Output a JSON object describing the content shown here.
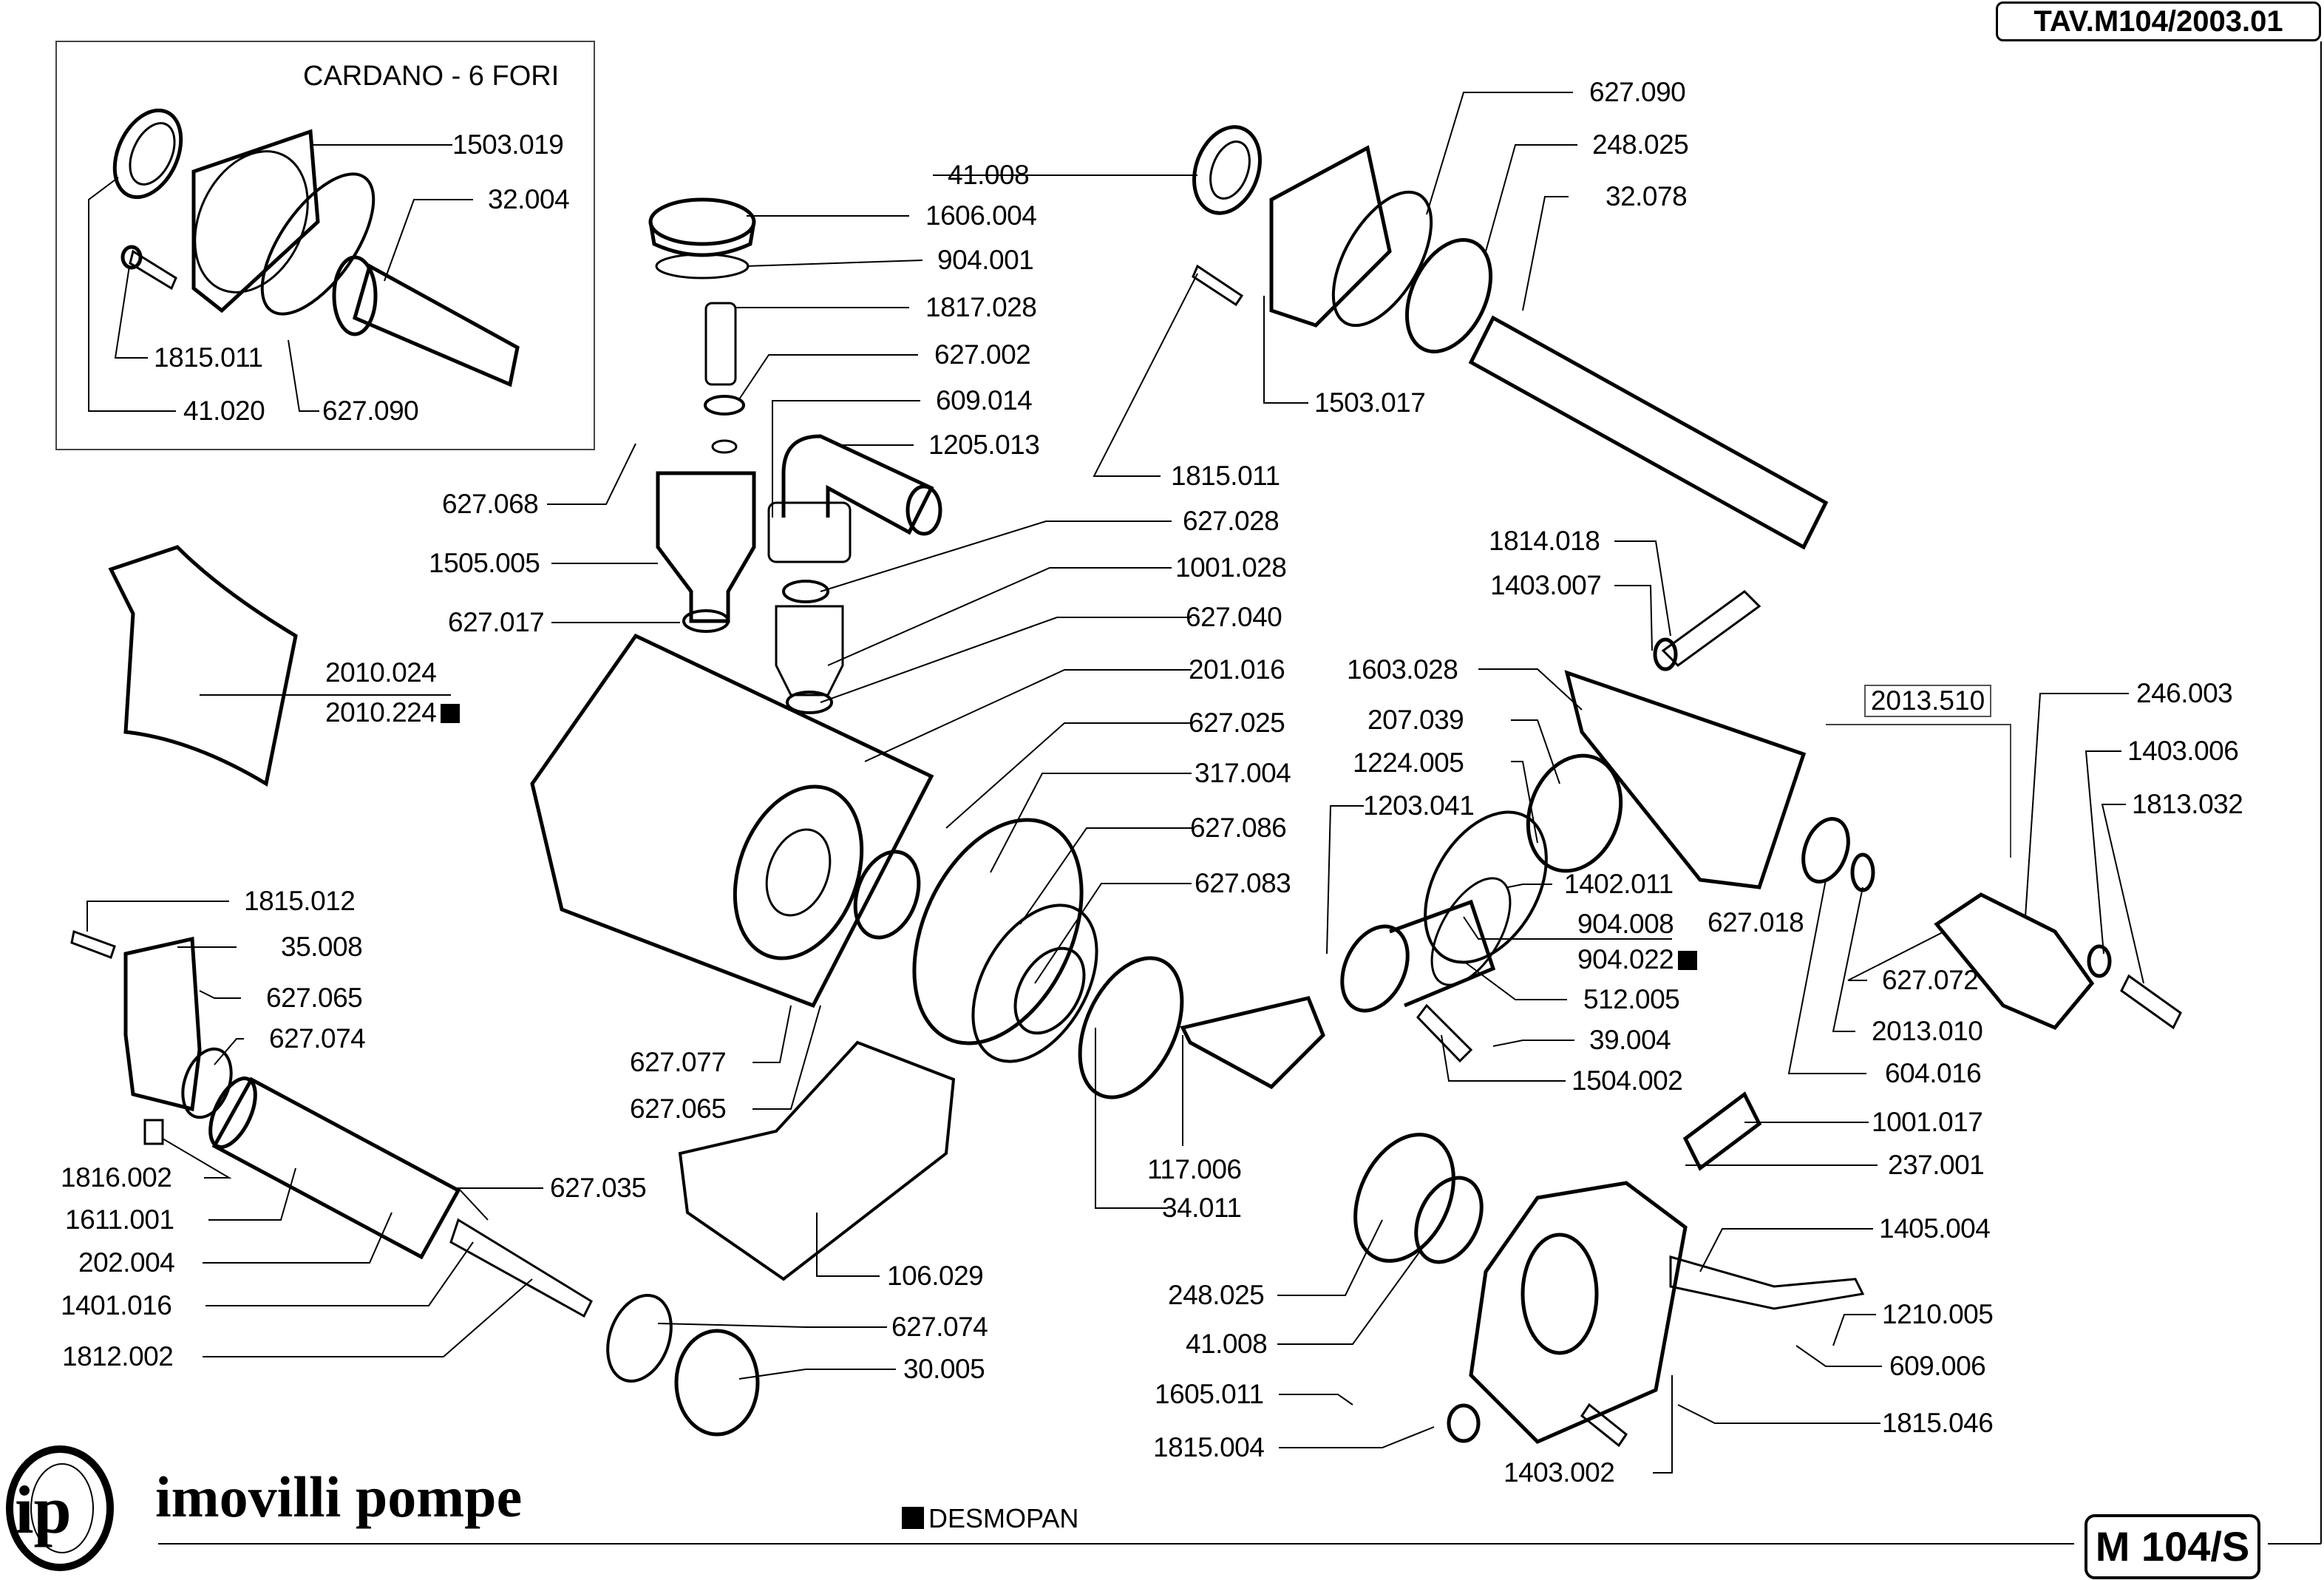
{
  "sheet": {
    "code": "TAV.M104/2003.01",
    "model": "M 104/S",
    "brand": "imovilli pompe",
    "logo_text": "ip",
    "legend": {
      "marker": "black-square-icon",
      "text": "DESMOPAN"
    },
    "inset_title": "CARDANO - 6 FORI",
    "kit_box_label": "2013.510"
  },
  "inset_labels": [
    {
      "id": "i1503019",
      "text": "1503.019"
    },
    {
      "id": "i32004",
      "text": "32.004"
    },
    {
      "id": "i1815011",
      "text": "1815.011"
    },
    {
      "id": "i41020",
      "text": "41.020"
    },
    {
      "id": "i627090",
      "text": "627.090"
    }
  ],
  "labels": [
    {
      "id": "l41008a",
      "text": "41.008"
    },
    {
      "id": "l1606004",
      "text": "1606.004"
    },
    {
      "id": "l904001",
      "text": "904.001"
    },
    {
      "id": "l1817028",
      "text": "1817.028"
    },
    {
      "id": "l627002",
      "text": "627.002"
    },
    {
      "id": "l609014",
      "text": "609.014"
    },
    {
      "id": "l1205013",
      "text": "1205.013"
    },
    {
      "id": "l627090",
      "text": "627.090"
    },
    {
      "id": "l248025a",
      "text": "248.025"
    },
    {
      "id": "l32078",
      "text": "32.078"
    },
    {
      "id": "l1503017",
      "text": "1503.017"
    },
    {
      "id": "l1815011",
      "text": "1815.011"
    },
    {
      "id": "l627068",
      "text": "627.068"
    },
    {
      "id": "l1505005",
      "text": "1505.005"
    },
    {
      "id": "l627017",
      "text": "627.017"
    },
    {
      "id": "l2010024",
      "text": "2010.024"
    },
    {
      "id": "l2010224",
      "text": "2010.224",
      "desmopan": true
    },
    {
      "id": "l627028",
      "text": "627.028"
    },
    {
      "id": "l1001028",
      "text": "1001.028"
    },
    {
      "id": "l627040",
      "text": "627.040"
    },
    {
      "id": "l201016",
      "text": "201.016"
    },
    {
      "id": "l627025",
      "text": "627.025"
    },
    {
      "id": "l317004",
      "text": "317.004"
    },
    {
      "id": "l627086",
      "text": "627.086"
    },
    {
      "id": "l627083",
      "text": "627.083"
    },
    {
      "id": "l1814018",
      "text": "1814.018"
    },
    {
      "id": "l1403007",
      "text": "1403.007"
    },
    {
      "id": "l1603028",
      "text": "1603.028"
    },
    {
      "id": "l207039",
      "text": "207.039"
    },
    {
      "id": "l1224005",
      "text": "1224.005"
    },
    {
      "id": "l1203041",
      "text": "1203.041"
    },
    {
      "id": "l1402011",
      "text": "1402.011"
    },
    {
      "id": "l904008",
      "text": "904.008"
    },
    {
      "id": "l904022",
      "text": "904.022",
      "desmopan": true
    },
    {
      "id": "l627018",
      "text": "627.018"
    },
    {
      "id": "l512005",
      "text": "512.005"
    },
    {
      "id": "l39004",
      "text": "39.004"
    },
    {
      "id": "l1504002",
      "text": "1504.002"
    },
    {
      "id": "l246003",
      "text": "246.003"
    },
    {
      "id": "l1403006",
      "text": "1403.006"
    },
    {
      "id": "l1813032",
      "text": "1813.032"
    },
    {
      "id": "l627072",
      "text": "627.072"
    },
    {
      "id": "l2013010",
      "text": "2013.010"
    },
    {
      "id": "l604016",
      "text": "604.016"
    },
    {
      "id": "l1815012",
      "text": "1815.012"
    },
    {
      "id": "l35008",
      "text": "35.008"
    },
    {
      "id": "l627065a",
      "text": "627.065"
    },
    {
      "id": "l627074a",
      "text": "627.074"
    },
    {
      "id": "l1816002",
      "text": "1816.002"
    },
    {
      "id": "l1611001",
      "text": "1611.001"
    },
    {
      "id": "l202004",
      "text": "202.004"
    },
    {
      "id": "l1401016",
      "text": "1401.016"
    },
    {
      "id": "l1812002",
      "text": "1812.002"
    },
    {
      "id": "l627035",
      "text": "627.035"
    },
    {
      "id": "l627077",
      "text": "627.077"
    },
    {
      "id": "l627065b",
      "text": "627.065"
    },
    {
      "id": "l106029",
      "text": "106.029"
    },
    {
      "id": "l627074b",
      "text": "627.074"
    },
    {
      "id": "l30005",
      "text": "30.005"
    },
    {
      "id": "l117006",
      "text": "117.006"
    },
    {
      "id": "l34011",
      "text": "34.011"
    },
    {
      "id": "l248025b",
      "text": "248.025"
    },
    {
      "id": "l41008b",
      "text": "41.008"
    },
    {
      "id": "l1605011",
      "text": "1605.011"
    },
    {
      "id": "l1815004",
      "text": "1815.004"
    },
    {
      "id": "l1403002",
      "text": "1403.002"
    },
    {
      "id": "l1001017",
      "text": "1001.017"
    },
    {
      "id": "l237001",
      "text": "237.001"
    },
    {
      "id": "l1405004",
      "text": "1405.004"
    },
    {
      "id": "l1210005",
      "text": "1210.005"
    },
    {
      "id": "l609006",
      "text": "609.006"
    },
    {
      "id": "l1815046",
      "text": "1815.046"
    }
  ]
}
